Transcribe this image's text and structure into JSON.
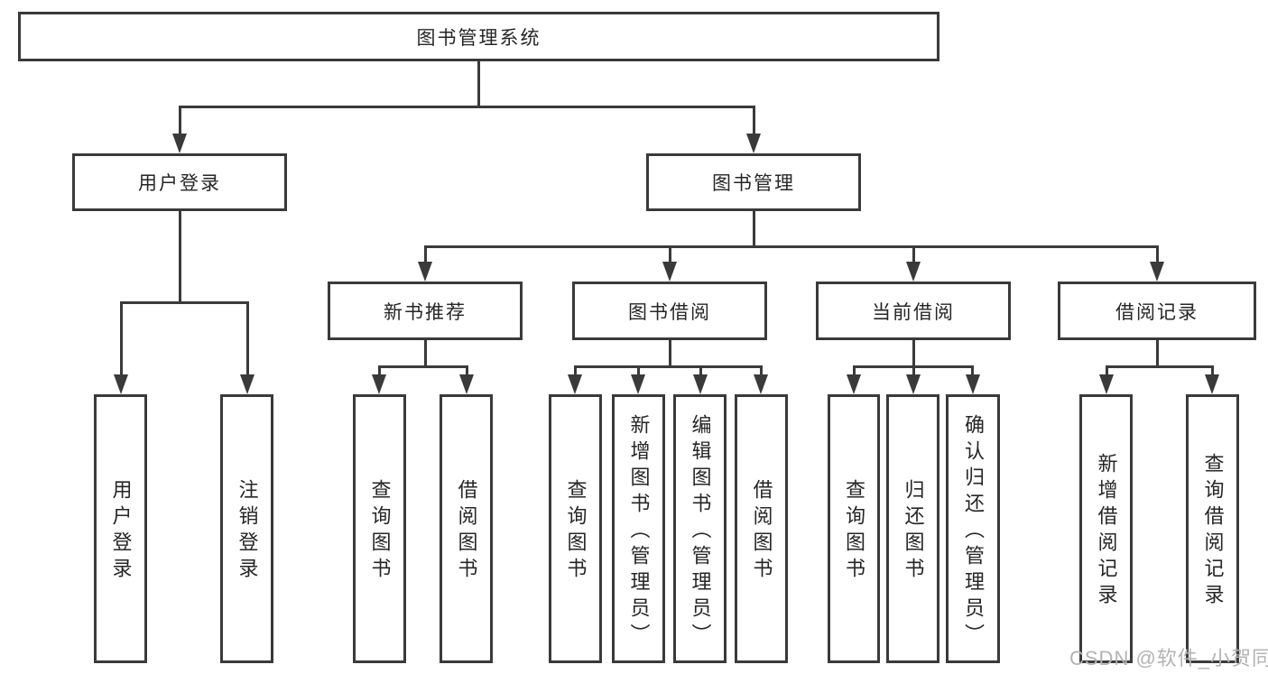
{
  "title": "图书管理系统",
  "level2": {
    "user_login": "用户登录",
    "book_mgmt": "图书管理"
  },
  "level3": {
    "new_books": "新书推荐",
    "borrowing": "图书借阅",
    "current": "当前借阅",
    "records": "借阅记录"
  },
  "leaves": {
    "login": "用户登录",
    "logout": "注销登录",
    "nb_query": "查询图书",
    "nb_borrow": "借阅图书",
    "bb_query": "查询图书",
    "bb_add": "新增图书（管理员）",
    "bb_edit": "编辑图书（管理员）",
    "bb_borrow": "借阅图书",
    "cb_query": "查询图书",
    "cb_return": "归还图书",
    "cb_confirm": "确认归还（管理员）",
    "rec_add": "新增借阅记录",
    "rec_query": "查询借阅记录"
  },
  "watermark": "CSDN @软件_小贺同学",
  "colors": {
    "line": "#3a3a3a",
    "text": "#262626",
    "watermark": "#b3b3b3",
    "background": "#ffffff"
  }
}
